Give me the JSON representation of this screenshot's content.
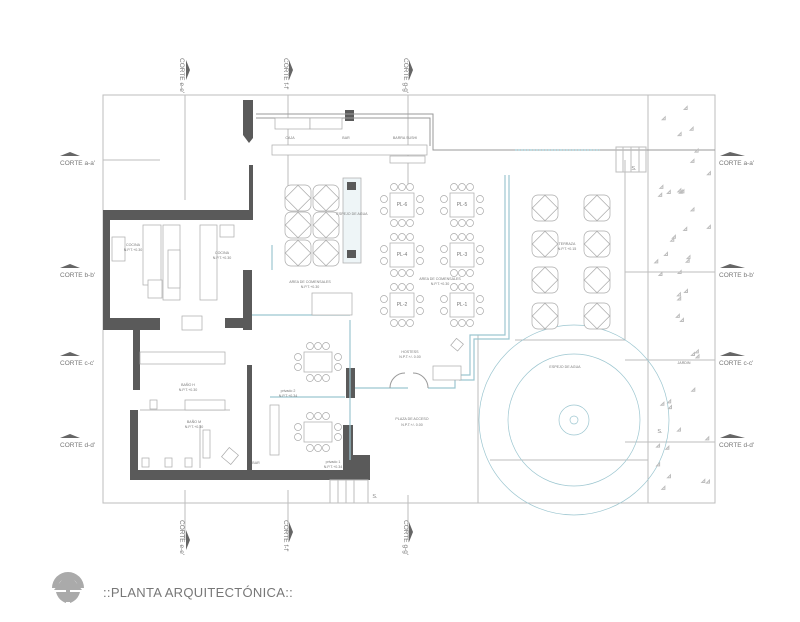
{
  "title": "::PLANTA ARQUITECTÓNICA::",
  "north_icon": "north-arrow-icon",
  "cortes": {
    "top": [
      "CORTE e-e'",
      "CORTE f-f'",
      "CORTE g-g'"
    ],
    "left": [
      "CORTE a-a'",
      "CORTE b-b'",
      "CORTE c-c'",
      "CORTE d-d'"
    ],
    "right": [
      "CORTE a-a'",
      "CORTE b-b'",
      "CORTE c-c'",
      "CORTE d-d'"
    ]
  },
  "rooms": {
    "caja": "CAJA",
    "bar": "BAR",
    "barra_sushi": "BARRA SUSHI",
    "espejo_interior": "ESPEJO DE AGUA",
    "comensales_1": "AREA DE COMENSALES",
    "comensales_1_npt": "N.P.T.+0.30",
    "comensales_2": "AREA DE COMENSALES",
    "comensales_2_npt": "N.P.T.+0.30",
    "terraza": "TERRAZA",
    "terraza_npt": "N.P.T.+0.15",
    "cocina_1": "COCINA",
    "cocina_1_npt": "N.P.T.+0.30",
    "cocina_2": "COCINA",
    "cocina_2_npt": "N.P.T.+0.30",
    "bano_h": "BAÑO H",
    "bano_h_npt": "N.P.T.+0.30",
    "bano_m": "BAÑO M",
    "bano_m_npt": "N.P.T.+0.30",
    "privado_2": "privado 2",
    "privado_2_npt": "N.P.T.+0.34",
    "privado_1": "privado 1",
    "privado_1_npt": "N.P.T.+0.34",
    "hostess": "HOSTESS",
    "hostess_npt": "N.P.T.+/- 0.00",
    "plaza": "PLAZA DE ACCESO",
    "plaza_npt": "N.P.T.+/- 0.00",
    "espejo_exterior": "ESPEJO DE AGUA",
    "jardin": "JARDIN",
    "bar_small": "BAR"
  },
  "stair_mark": "S.",
  "tables": [
    "PL-6",
    "PL-5",
    "PL-4",
    "PL-3",
    "PL-2",
    "PL-1"
  ],
  "colors": {
    "wall": "#5a5a5a",
    "line": "#bdbdbd",
    "water": "#9cc6d0"
  }
}
